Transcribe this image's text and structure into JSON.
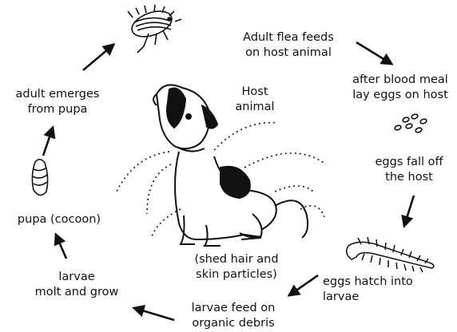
{
  "diagram": {
    "title": "",
    "labels": {
      "adult_feeds": "Adult flea feeds\non host animal",
      "lay_eggs": "after blood meal\nlay eggs on host",
      "eggs_fall": "eggs fall off\nthe host",
      "eggs_hatch": "eggs hatch into\nlarvae",
      "larvae_feed": "larvae feed on\norganic debris",
      "larvae_molt": "larvae\nmolt and grow",
      "pupa": "pupa (cocoon)",
      "adult_emerges": "adult emerges\nfrom pupa",
      "host": "Host\nanimal",
      "shed": "(shed hair and\nskin particles)"
    },
    "icons": {
      "adult": "adult-flea-icon",
      "eggs": "flea-eggs-icon",
      "larva": "flea-larva-icon",
      "pupa": "flea-pupa-icon",
      "host": "dog-host-icon"
    },
    "colors": {
      "ink": "#111111",
      "background": "#ffffff"
    }
  }
}
